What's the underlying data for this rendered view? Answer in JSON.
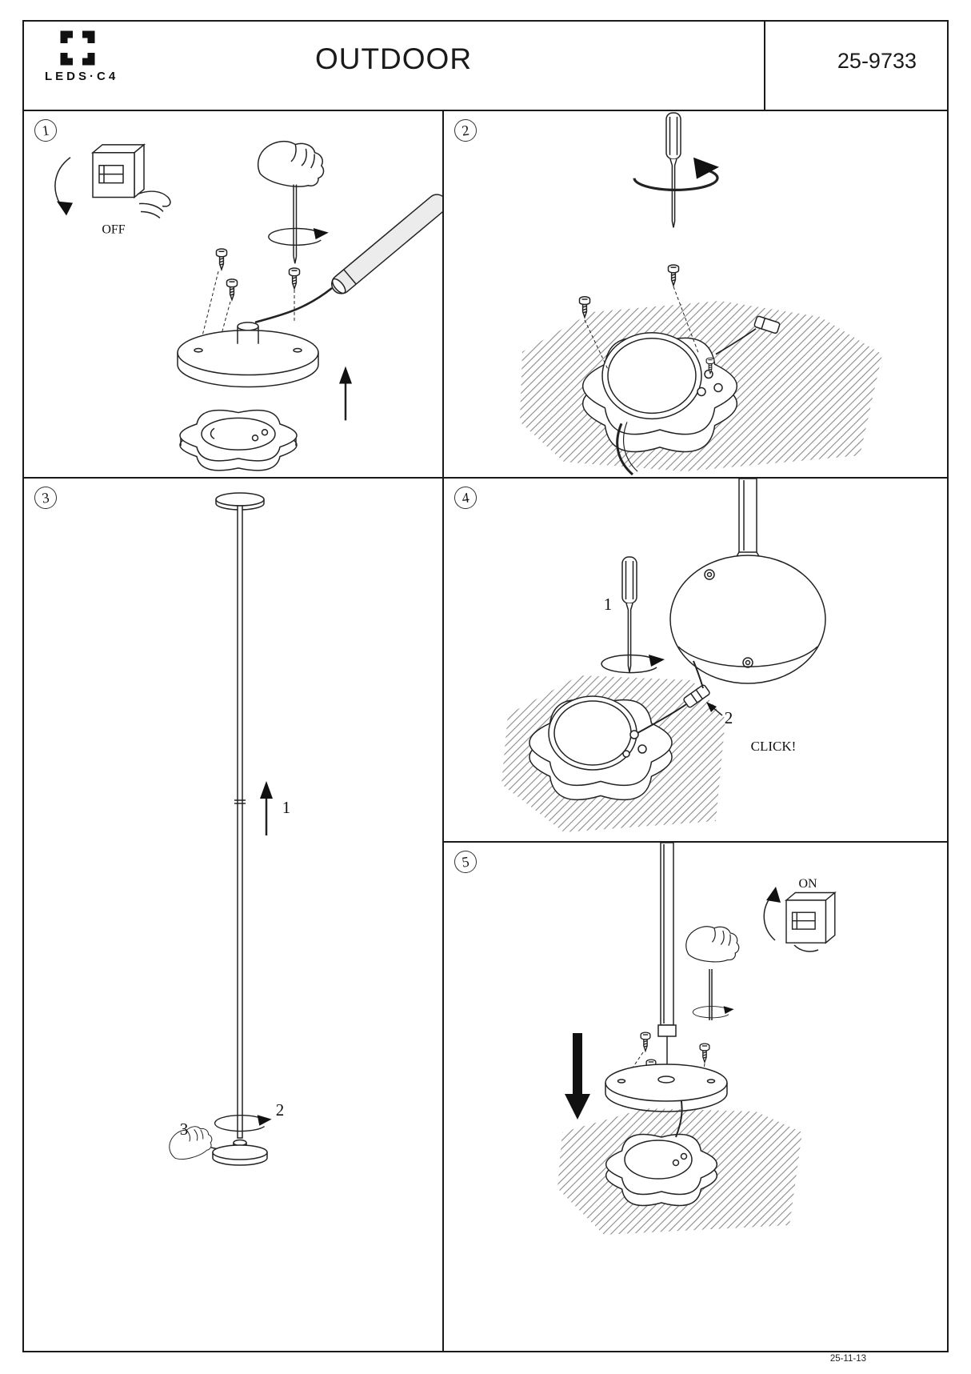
{
  "page": {
    "brand": "LEDS·C4",
    "title": "OUTDOOR",
    "model": "25-9733",
    "footer_date": "25-11-13"
  },
  "panels": {
    "p1": {
      "number": "1",
      "switch_label": "OFF"
    },
    "p2": {
      "number": "2"
    },
    "p3": {
      "number": "3",
      "step1": "1",
      "step2": "2",
      "step3": "3"
    },
    "p4": {
      "number": "4",
      "step1": "1",
      "step2": "2",
      "click_label": "CLICK!"
    },
    "p5": {
      "number": "5",
      "switch_label": "ON"
    }
  }
}
